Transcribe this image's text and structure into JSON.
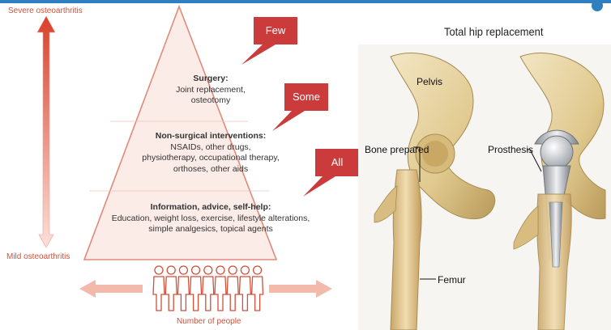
{
  "left": {
    "severe_label": "Severe osteoarthritis",
    "mild_label": "Mild osteoarthritis",
    "people_label": "Number of people",
    "tiers": [
      {
        "title": "Surgery:",
        "lines": [
          "Joint replacement,",
          "osteotomy"
        ]
      },
      {
        "title": "Non-surgical interventions:",
        "lines": [
          "NSAIDs, other drugs,",
          "physiotherapy, occupational therapy,",
          "orthoses, other aids"
        ]
      },
      {
        "title": "Information, advice, self-help:",
        "lines": [
          "Education, weight loss, exercise, lifestyle alterations,",
          "simple analgesics, topical agents"
        ]
      }
    ],
    "bubbles": [
      "Few",
      "Some",
      "All"
    ],
    "colors": {
      "accent": "#d0503a",
      "bubble": "#cc3b3b",
      "triangle_stroke": "#e08a7a",
      "triangle_fill": "#fbece8"
    }
  },
  "right": {
    "title": "Total hip replacement",
    "labels": {
      "pelvis": "Pelvis",
      "bone_prepared": "Bone prepared",
      "prosthesis": "Prosthesis",
      "femur": "Femur"
    }
  }
}
